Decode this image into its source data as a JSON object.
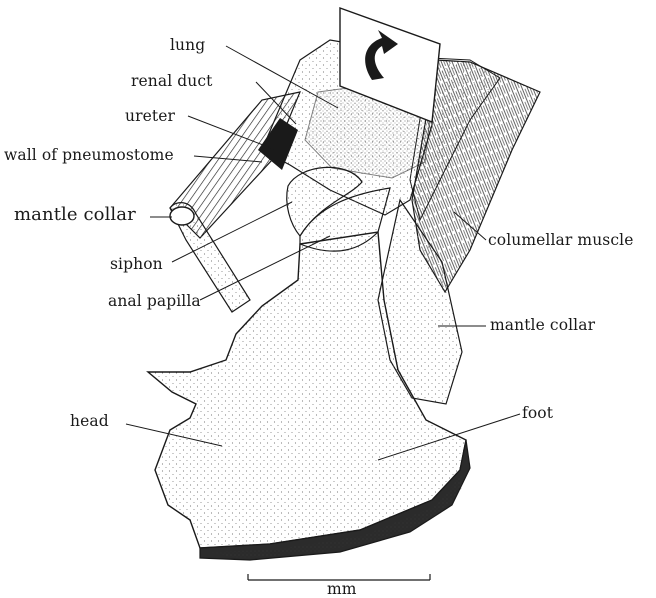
{
  "labels": {
    "lung": "lung",
    "renal_duct": "renal duct",
    "ureter": "ureter",
    "wall_of_pneumostome": "wall of pneumostome",
    "mantle_collar_left": "mantle collar",
    "siphon": "siphon",
    "anal_papilla": "anal papilla",
    "columellar_muscle": "columellar muscle",
    "mantle_collar_right": "mantle collar",
    "head": "head",
    "foot": "foot"
  },
  "scale_bar": {
    "unit_label": "mm"
  },
  "colors": {
    "ink": "#1a1a1a",
    "stipple": "#3a3a3a",
    "sole": "#2b2b2b",
    "paper": "#ffffff"
  }
}
